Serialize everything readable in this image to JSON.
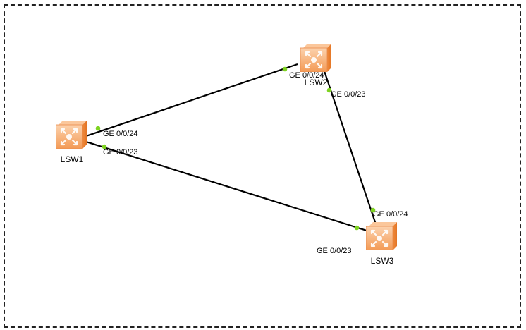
{
  "topology": {
    "devices": [
      {
        "id": "LSW1",
        "label": "LSW1",
        "type": "switch-icon"
      },
      {
        "id": "LSW2",
        "label": "LSW2",
        "type": "switch-icon"
      },
      {
        "id": "LSW3",
        "label": "LSW3",
        "type": "switch-icon"
      }
    ],
    "links": [
      {
        "from": "LSW1",
        "from_port": "GE 0/0/24",
        "to": "LSW2",
        "to_port": "GE 0/0/24"
      },
      {
        "from": "LSW1",
        "from_port": "GE 0/0/23",
        "to": "LSW3",
        "to_port": "GE 0/0/23"
      },
      {
        "from": "LSW2",
        "from_port": "GE 0/0/23",
        "to": "LSW3",
        "to_port": "GE 0/0/24"
      }
    ],
    "colors": {
      "link": "#000000",
      "port_dot": "#7ed321",
      "switch_body": "#f6a86a",
      "frame_border": "#222222"
    }
  }
}
